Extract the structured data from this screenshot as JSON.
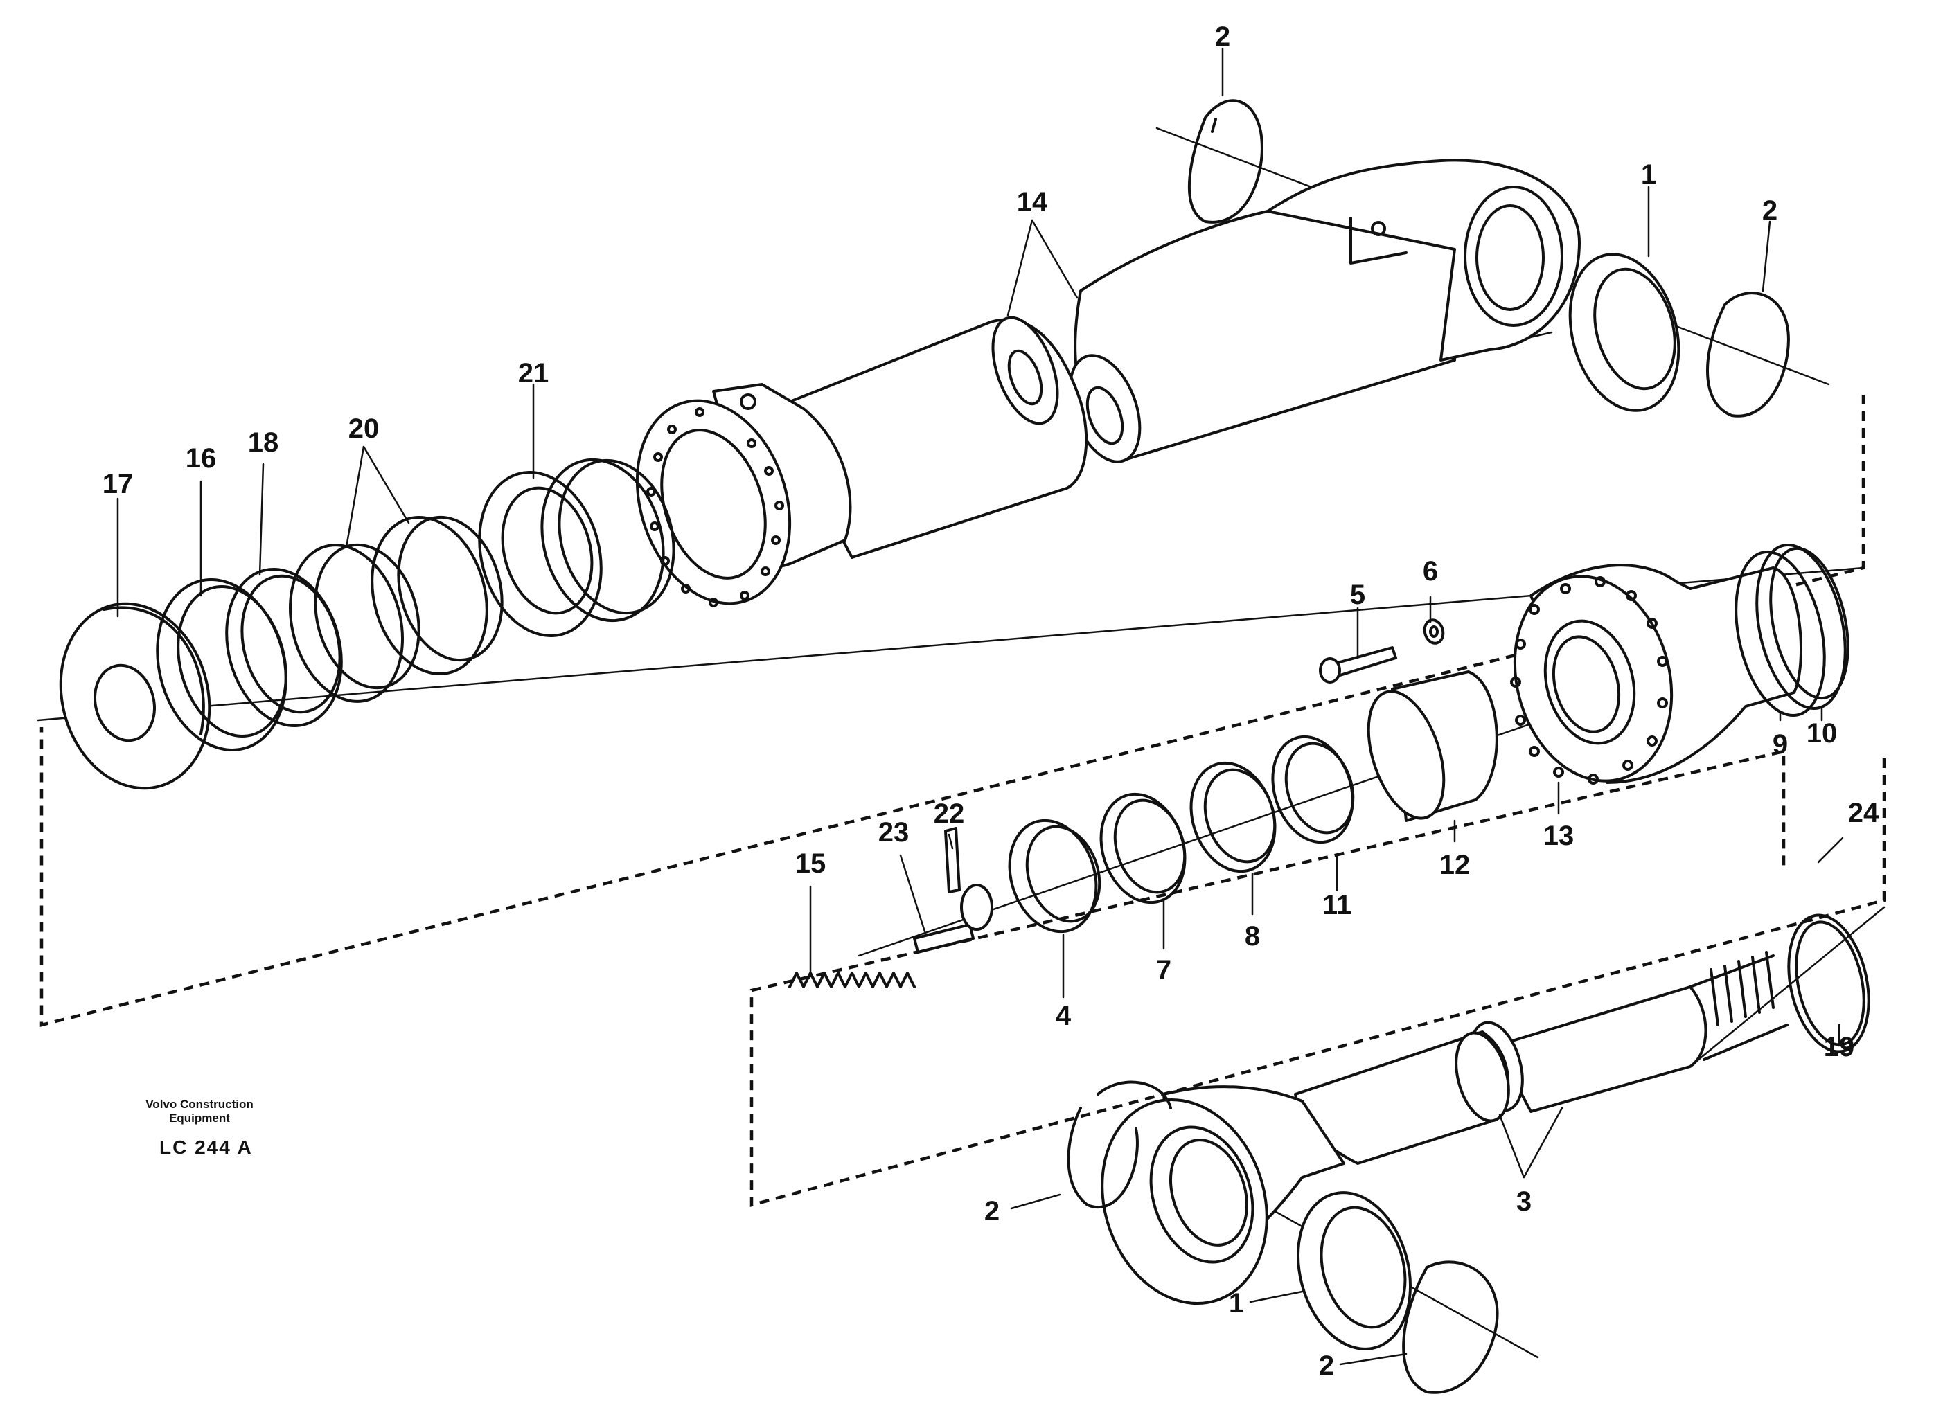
{
  "caption": {
    "company_line1": "Volvo Construction",
    "company_line2": "Equipment",
    "reference": "LC 244  A"
  },
  "callouts": [
    {
      "id": "c1a",
      "text": "1"
    },
    {
      "id": "c1b",
      "text": "1"
    },
    {
      "id": "c2a",
      "text": "2"
    },
    {
      "id": "c2b",
      "text": "2"
    },
    {
      "id": "c2c",
      "text": "2"
    },
    {
      "id": "c2d",
      "text": "2"
    },
    {
      "id": "c3",
      "text": "3"
    },
    {
      "id": "c4",
      "text": "4"
    },
    {
      "id": "c5",
      "text": "5"
    },
    {
      "id": "c6",
      "text": "6"
    },
    {
      "id": "c7",
      "text": "7"
    },
    {
      "id": "c8",
      "text": "8"
    },
    {
      "id": "c9",
      "text": "9"
    },
    {
      "id": "c10",
      "text": "10"
    },
    {
      "id": "c11",
      "text": "11"
    },
    {
      "id": "c12",
      "text": "12"
    },
    {
      "id": "c13",
      "text": "13"
    },
    {
      "id": "c14",
      "text": "14"
    },
    {
      "id": "c15",
      "text": "15"
    },
    {
      "id": "c16",
      "text": "16"
    },
    {
      "id": "c17",
      "text": "17"
    },
    {
      "id": "c18",
      "text": "18"
    },
    {
      "id": "c19",
      "text": "19"
    },
    {
      "id": "c20",
      "text": "20"
    },
    {
      "id": "c21",
      "text": "21"
    },
    {
      "id": "c22",
      "text": "22"
    },
    {
      "id": "c23",
      "text": "23"
    },
    {
      "id": "c24",
      "text": "24"
    }
  ]
}
